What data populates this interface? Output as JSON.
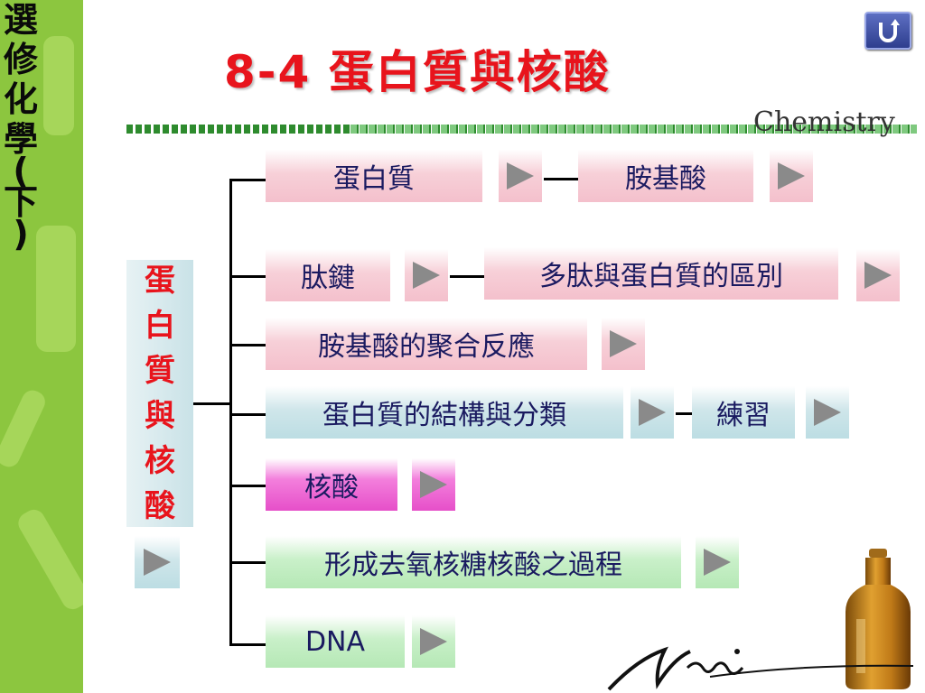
{
  "sidebar": {
    "title_chars": [
      "選",
      "修",
      "化",
      "學",
      "(",
      "下",
      ")"
    ]
  },
  "header": {
    "title": "8-4 蛋白質與核酸",
    "subtitle": "Chemistry"
  },
  "home_icon": "home-return-icon",
  "concept_map": {
    "root": [
      "蛋",
      "白",
      "質",
      "與",
      "核",
      "酸"
    ],
    "items": {
      "protein": "蛋白質",
      "amino_acid": "胺基酸",
      "peptide_bond": "肽鍵",
      "polypeptide_vs_protein": "多肽與蛋白質的區別",
      "amino_acid_polymerization": "胺基酸的聚合反應",
      "protein_structure": "蛋白質的結構與分類",
      "exercise": "練習",
      "nucleic_acid": "核酸",
      "dna_formation": "形成去氧核糖核酸之過程",
      "dna": "DNA"
    }
  },
  "colors": {
    "title_red": "#e8141c",
    "sidebar_green": "#8cc63f",
    "box_text": "#1a1a60",
    "dots_dark": "#2e8b2e",
    "dots_light": "#7fc97f"
  }
}
